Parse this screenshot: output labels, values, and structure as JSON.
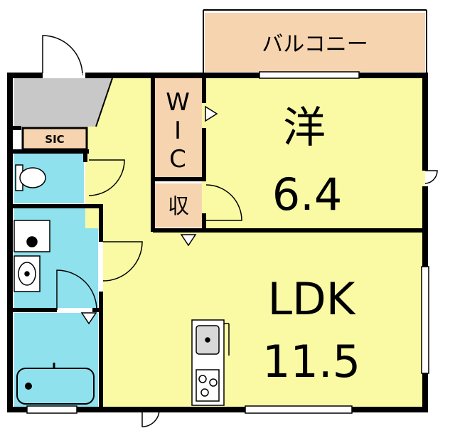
{
  "colors": {
    "room_yellow": "#fafaa5",
    "water_blue": "#8fe1ee",
    "storage_salmon": "#f7d4b0",
    "sic_gray": "#c8c8c8",
    "wall": "#000000"
  },
  "rooms": {
    "balcony": "バルコニー",
    "western_label": "洋",
    "western_size": "6.4",
    "ldk_label": "LDK",
    "ldk_size": "11.5",
    "wic_w": "W",
    "wic_i": "I",
    "wic_c": "C",
    "storage": "収",
    "sic": "SIC"
  },
  "fixtures": [
    "toilet",
    "washbasin",
    "washing-machine",
    "bathtub",
    "kitchen-sink",
    "stove"
  ]
}
